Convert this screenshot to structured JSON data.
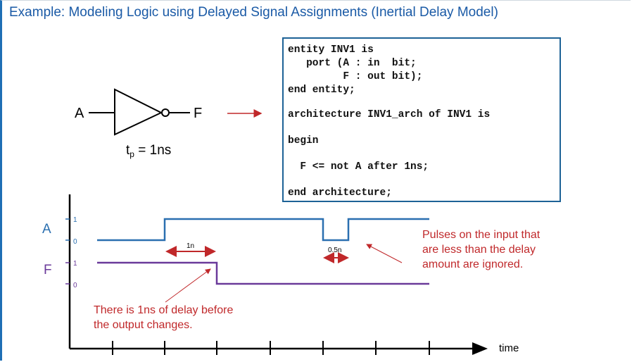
{
  "title": "Example: Modeling Logic using Delayed Signal Assignments (Inertial Delay Model)",
  "gate": {
    "input_label": "A",
    "output_label": "F",
    "delay_label_base": "t",
    "delay_label_sub": "p",
    "delay_label_rest": " = 1ns"
  },
  "code_lines": [
    "entity INV1 is",
    "   port (A : in  bit;",
    "         F : out bit);",
    "end entity;",
    "architecture INV1_arch of INV1 is",
    "begin",
    "  F <= not A after 1ns;",
    "end architecture;"
  ],
  "timing": {
    "signal_a_label": "A",
    "signal_f_label": "F",
    "tick_one": "1",
    "tick_zero": "0",
    "delay_label_1n": "1n",
    "delay_label_05n": "0.5n",
    "axis_label": "time",
    "annotation_pulses": [
      "Pulses on the input that",
      "are less than the delay",
      "amount are ignored."
    ],
    "annotation_delay": [
      "There is 1ns of delay before",
      "the output changes."
    ]
  },
  "colors": {
    "title": "#1a5aa6",
    "signal_a": "#2a6fb0",
    "signal_f": "#6a3a9a",
    "annotation": "#c0282a",
    "axis": "#000000",
    "code_border": "#1d6296"
  }
}
